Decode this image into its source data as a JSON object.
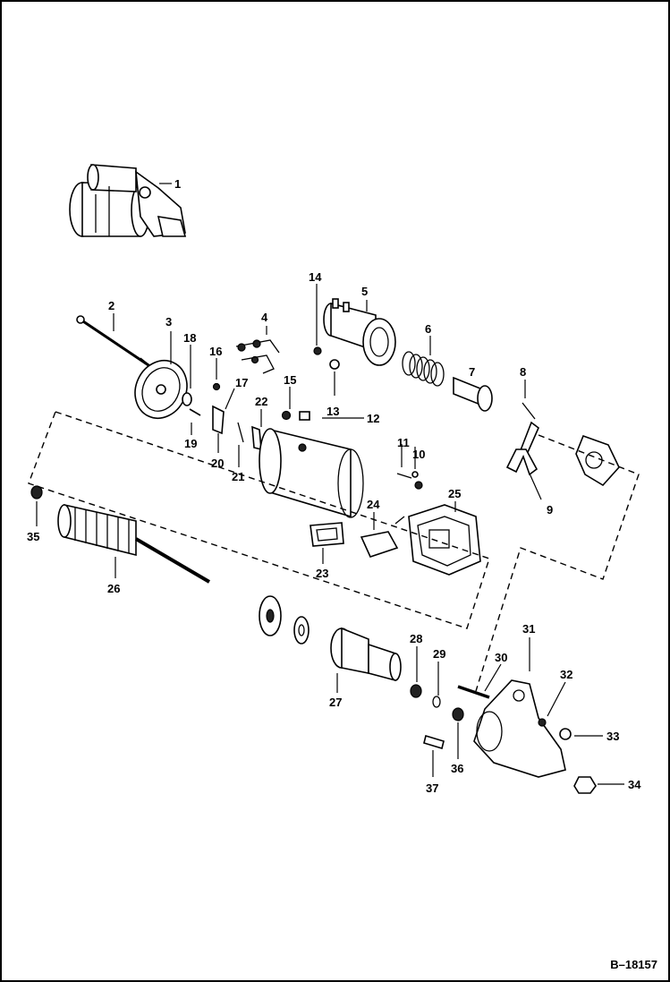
{
  "figure_ref": "B–18157",
  "callouts": [
    {
      "n": "1"
    },
    {
      "n": "2"
    },
    {
      "n": "3"
    },
    {
      "n": "4"
    },
    {
      "n": "5"
    },
    {
      "n": "6"
    },
    {
      "n": "7"
    },
    {
      "n": "8"
    },
    {
      "n": "9"
    },
    {
      "n": "10"
    },
    {
      "n": "11"
    },
    {
      "n": "12"
    },
    {
      "n": "13"
    },
    {
      "n": "14"
    },
    {
      "n": "15"
    },
    {
      "n": "16"
    },
    {
      "n": "17"
    },
    {
      "n": "18"
    },
    {
      "n": "19"
    },
    {
      "n": "20"
    },
    {
      "n": "21"
    },
    {
      "n": "22"
    },
    {
      "n": "23"
    },
    {
      "n": "24"
    },
    {
      "n": "25"
    },
    {
      "n": "26"
    },
    {
      "n": "27"
    },
    {
      "n": "28"
    },
    {
      "n": "29"
    },
    {
      "n": "30"
    },
    {
      "n": "31"
    },
    {
      "n": "32"
    },
    {
      "n": "33"
    },
    {
      "n": "34"
    },
    {
      "n": "35"
    },
    {
      "n": "36"
    },
    {
      "n": "37"
    }
  ]
}
